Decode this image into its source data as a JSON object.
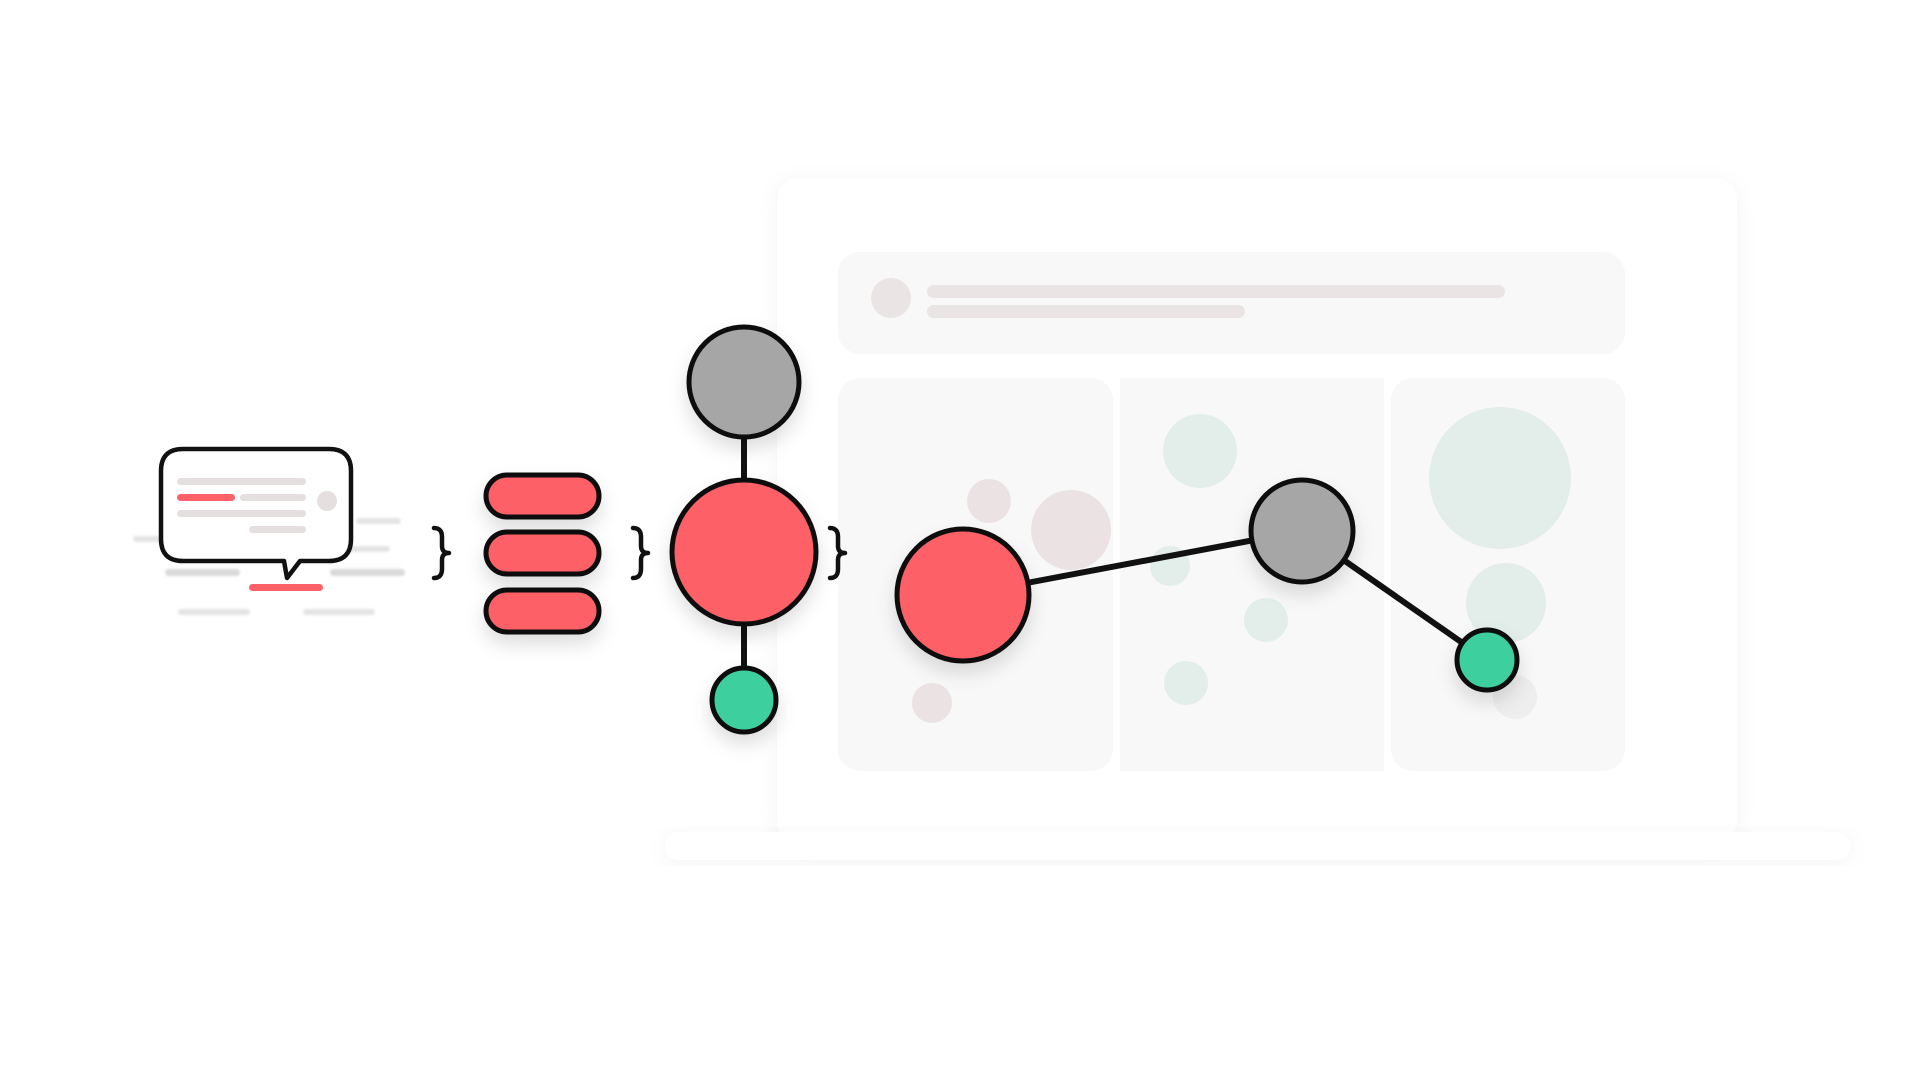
{
  "colors": {
    "background": "#ffffff",
    "red": "#fe6168",
    "gray": "#a6a6a6",
    "green": "#3ecf9d",
    "outline": "#111111",
    "laptop_body": "#ffffff",
    "laptop_panel": "#f8f8f8",
    "placeholder_line": "#ebe4e5",
    "faint_pink": "#ebe3e3",
    "faint_green": "#e3ede9",
    "faint_gray": "#eeeeee"
  },
  "icons": [
    "chat-bubble-icon",
    "curly-brace-icon",
    "stacked-pills-icon",
    "node-graph-icon",
    "laptop-icon",
    "scatter-chart-icon"
  ],
  "diagram": {
    "stages": [
      "chat-message",
      "token-stack",
      "entity-graph",
      "laptop-dashboard"
    ],
    "graph_nodes": [
      {
        "id": "top",
        "color": "gray"
      },
      {
        "id": "center",
        "color": "red"
      },
      {
        "id": "bottom",
        "color": "green"
      }
    ],
    "chart_nodes": [
      {
        "id": "chart-red",
        "color": "red"
      },
      {
        "id": "chart-gray",
        "color": "gray"
      },
      {
        "id": "chart-green",
        "color": "green"
      }
    ],
    "stack_pills": 3,
    "dashboard_columns": 3
  }
}
